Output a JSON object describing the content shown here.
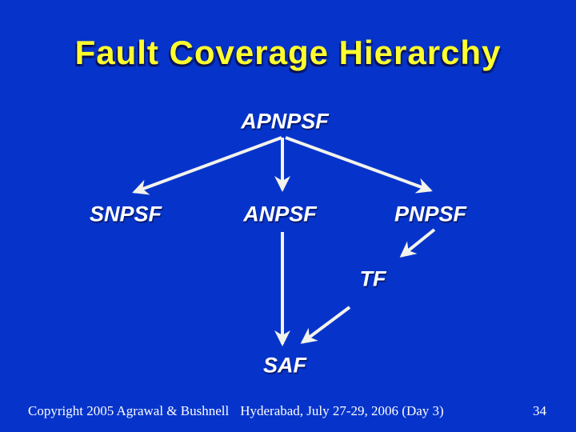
{
  "slide": {
    "title": "Fault Coverage Hierarchy",
    "page_number": "34"
  },
  "footer": {
    "copyright": "Copyright 2005 Agrawal & Bushnell",
    "venue": "Hyderabad, July 27-29, 2006 (Day 3)"
  },
  "diagram": {
    "nodes": {
      "apnpsf": {
        "label": "APNPSF"
      },
      "snpsf": {
        "label": "SNPSF"
      },
      "anpsf": {
        "label": "ANPSF"
      },
      "pnpsf": {
        "label": "PNPSF"
      },
      "tf": {
        "label": "TF"
      },
      "saf": {
        "label": "SAF"
      }
    },
    "edges": [
      {
        "from": "APNPSF",
        "to": "SNPSF"
      },
      {
        "from": "APNPSF",
        "to": "ANPSF"
      },
      {
        "from": "APNPSF",
        "to": "PNPSF"
      },
      {
        "from": "PNPSF",
        "to": "TF"
      },
      {
        "from": "ANPSF",
        "to": "SAF"
      },
      {
        "from": "TF",
        "to": "SAF"
      }
    ]
  },
  "colors": {
    "background": "#0634CB",
    "title_text": "#FFFF2E",
    "node_text": "#FFFFFF",
    "arrow": "#F3F3EB",
    "footer_text": "#FFFFFF"
  }
}
